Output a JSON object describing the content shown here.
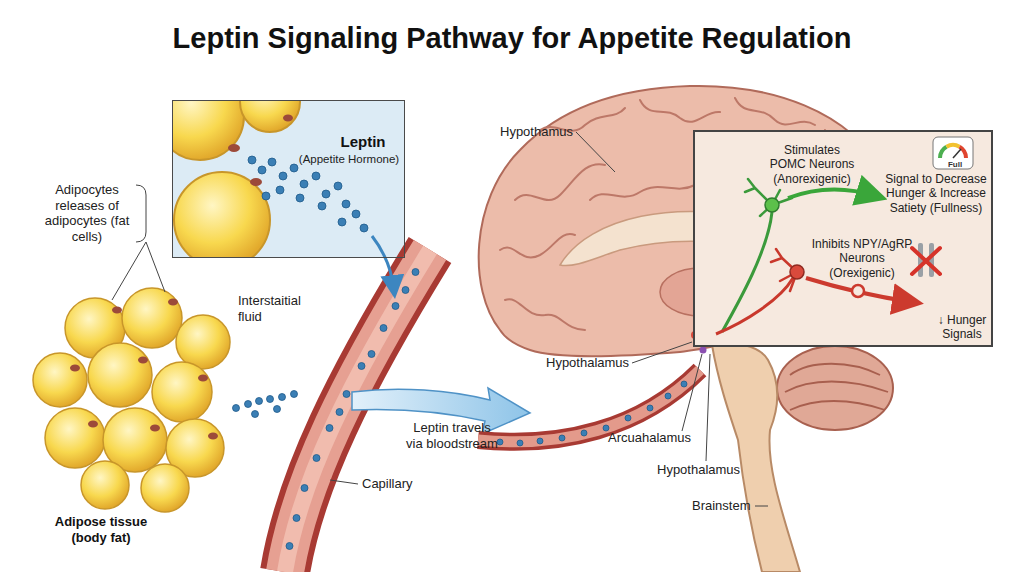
{
  "diagram": {
    "title": "Leptin Signaling Pathway for Appetite Regulation",
    "nodes": [
      {
        "text": [
          "Leptin",
          "(Appetite Hormone)"
        ]
      },
      {
        "text": [
          "Stimulates POMC Neurons (Anorexigenic)",
          "Full",
          "Signal to Decrease Hunger & Increase Satiety (Fullness)",
          "Inhibits NPY/AgRP Neurons (Orexigenic)",
          "↓ Hunger Signals"
        ]
      }
    ],
    "labels": [
      "Adipocytes releases of adipocytes (fat cells)",
      "Interstaitial fluid",
      "Leptin travels via bloodstream",
      "Capillary",
      "Adipose tissue (body fat)",
      "Hypothamus",
      "Hypothalamus",
      "Arcuahalamus",
      "Hypothalamus",
      "Brainstem"
    ]
  }
}
